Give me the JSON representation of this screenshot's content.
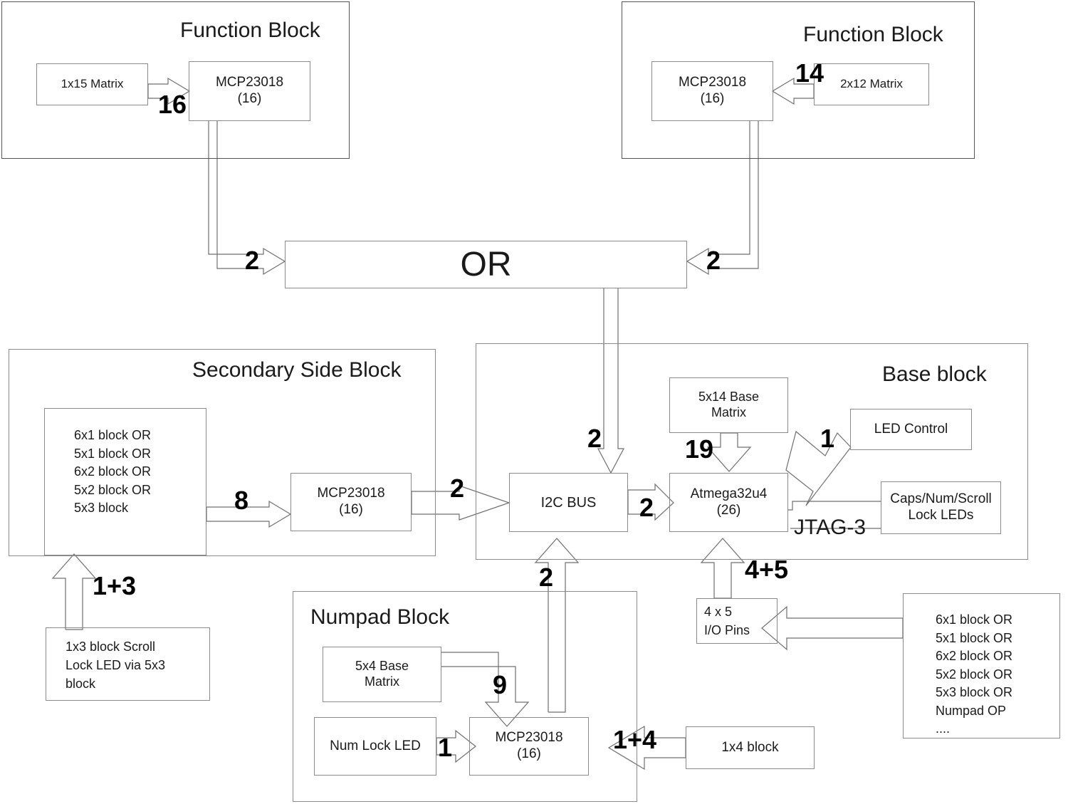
{
  "diagram": {
    "title_left_function_block": "Function Block",
    "title_right_function_block": "Function Block",
    "title_secondary_side_block": "Secondary Side Block",
    "title_base_block": "Base block",
    "title_numpad_block": "Numpad Block",
    "or_gate_label": "OR"
  },
  "left_function_block": {
    "matrix_label": "1x15 Matrix",
    "expander_label": "MCP23018\n(16)",
    "matrix_to_expander_count": "16",
    "expander_to_or_count": "2"
  },
  "right_function_block": {
    "matrix_label": "2x12 Matrix",
    "expander_label": "MCP23018\n(16)",
    "matrix_to_expander_count": "14",
    "expander_to_or_count": "2"
  },
  "or_block": {
    "label": "OR",
    "or_to_i2c_count": "2"
  },
  "secondary_side_block": {
    "title": "Secondary Side Block",
    "blocks_list_label": "6x1 block OR\n5x1 block OR\n6x2 block OR\n5x2 block OR\n5x3 block",
    "blocks_to_expander_count": "8",
    "expander_label": "MCP23018\n(16)",
    "expander_to_i2c_count": "2",
    "scroll_lock_led_label": "1x3 block Scroll\nLock LED via 5x3\nblock",
    "scroll_lock_to_blocks_count": "1+3"
  },
  "base_block": {
    "title": "Base block",
    "i2c_bus_label": "I2C BUS",
    "i2c_to_mcu_count": "2",
    "base_matrix_label": "5x14 Base\nMatrix",
    "base_matrix_to_mcu_count": "19",
    "mcu_label": "Atmega32u4\n(26)",
    "led_control_label": "LED Control",
    "led_control_count": "1",
    "lock_leds_label": "Caps/Num/Scroll\nLock LEDs",
    "jtag_label": "JTAG-3",
    "io_pins_label": "4 x 5\nI/O Pins",
    "io_pins_to_mcu_count": "4+5",
    "numpad_to_i2c_count": "2",
    "side_blocks_list_label": "6x1 block OR\n5x1 block OR\n6x2 block OR\n5x2 block OR\n5x3 block OR\nNumpad OP\n...."
  },
  "numpad_block": {
    "title": "Numpad Block",
    "base_matrix_label": "5x4 Base\nMatrix",
    "base_matrix_to_expander_count": "9",
    "num_lock_led_label": "Num Lock LED",
    "num_lock_count": "1",
    "expander_label": "MCP23018\n(16)",
    "extra_block_label": "1x4 block",
    "extra_block_count": "1+4"
  },
  "colors": {
    "line": "#6f6f6f",
    "box_border": "#8a8a8a",
    "text": "#1a1a1a",
    "background": "#ffffff"
  }
}
